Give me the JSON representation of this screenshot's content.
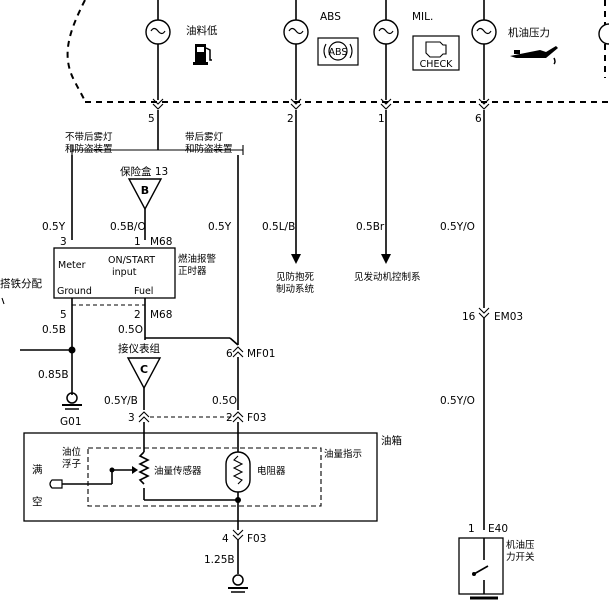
{
  "top_row": {
    "fuel_low": "油料低",
    "abs": "ABS",
    "abs_symbol": "ABS",
    "mil": "MIL.",
    "check": "CHECK",
    "oil_pressure": "机油压力"
  },
  "pins": {
    "p5": "5",
    "p2": "2",
    "p1": "1",
    "p6": "6"
  },
  "fog": {
    "without_line1": "不带后雾灯",
    "without_line2": "和防盗装置",
    "with_line1": "带后雾灯",
    "with_line2": "和防盗装置"
  },
  "fuse_box": {
    "label": "保险盒 13",
    "letter": "B"
  },
  "wires": {
    "left_05Y": "0.5Y",
    "mid_05BO": "0.5B/O",
    "right_05Y": "0.5Y",
    "abs_05LB": "0.5L/B",
    "mil_05Br": "0.5Br",
    "oil_05YO_a": "0.5Y/O",
    "oil_05YO_b": "0.5Y/O",
    "ground_05B": "0.5B",
    "fuel_05O": "0.5O",
    "g01_085B": "0.85B",
    "c_05YB": "0.5Y/B",
    "mf_05O": "0.5O",
    "f03_125B": "1.25B"
  },
  "timer": {
    "pin3": "3",
    "pin1": "1",
    "conn": "M68",
    "meter": "Meter",
    "on_start": "ON/START",
    "input": "input",
    "ground": "Ground",
    "fuel": "Fuel",
    "name_line1": "燃油报警",
    "name_line2": "正时器",
    "pin5": "5",
    "pin2": "2",
    "conn2": "M68"
  },
  "refs": {
    "abs_line1": "见防抱死",
    "abs_line2": "制动系统",
    "engine": "见发动机控制系"
  },
  "ground_dist": "搭铁分配",
  "g01": "G01",
  "cluster": {
    "label": "接仪表组",
    "letter": "C"
  },
  "mf01": {
    "pin": "6",
    "name": "MF01"
  },
  "f03_top": {
    "pin3": "3",
    "pin2": "2",
    "name": "F03"
  },
  "em03": {
    "pin": "16",
    "name": "EM03"
  },
  "tank": {
    "label": "油箱",
    "gauge": "油量指示",
    "float_line1": "油位",
    "float_line2": "浮子",
    "full": "满",
    "empty": "空",
    "sensor": "油量传感器",
    "resistor": "电阻器"
  },
  "f03_bottom": {
    "pin": "4",
    "name": "F03"
  },
  "e40": {
    "pin": "1",
    "name": "E40",
    "label_line1": "机油压",
    "label_line2": "力开关"
  }
}
